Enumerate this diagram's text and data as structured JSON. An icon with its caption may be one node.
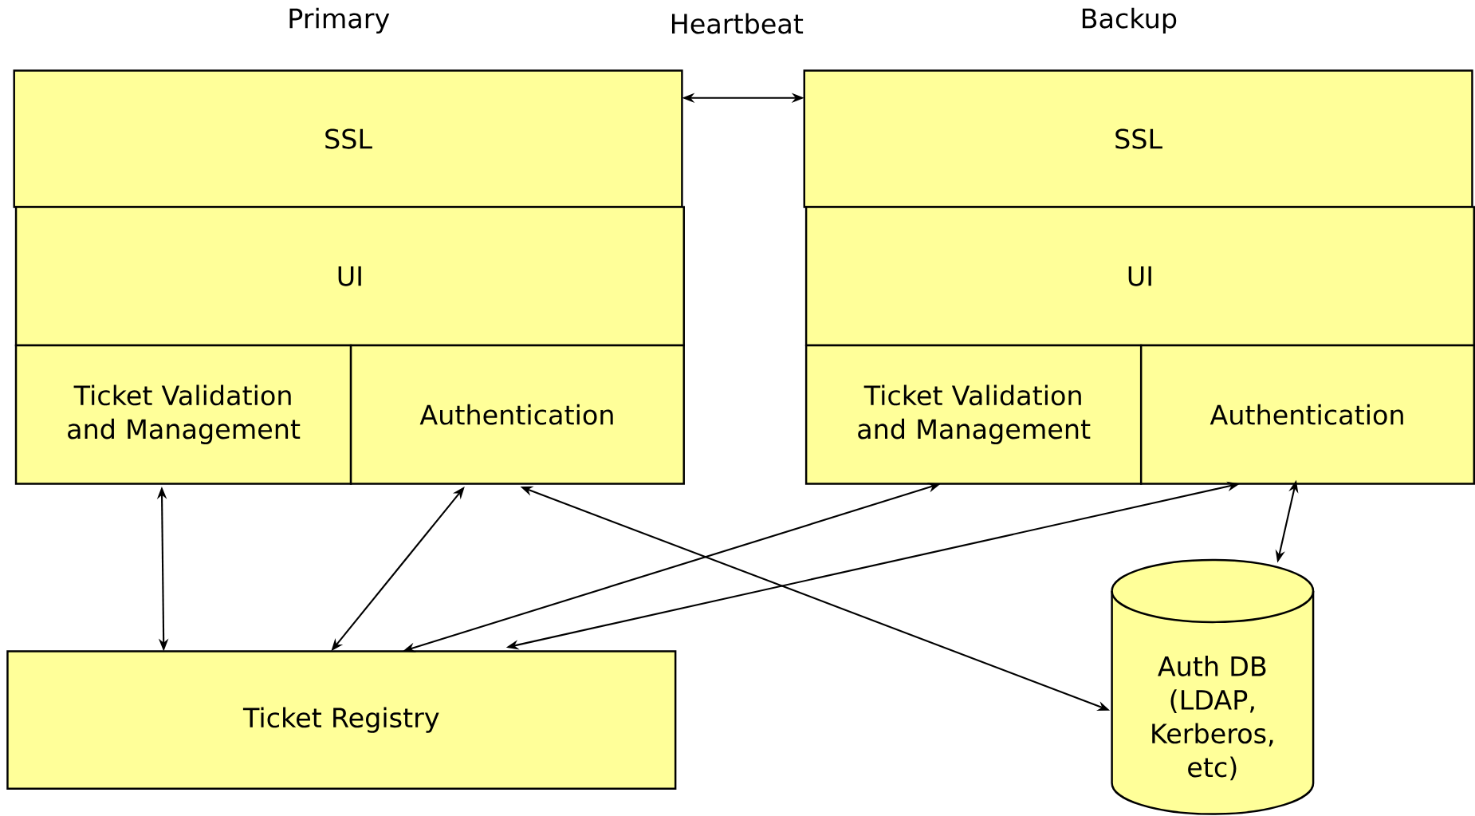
{
  "diagram": {
    "nodes": [
      {
        "text": [
          "SSL"
        ]
      },
      {
        "text": [
          "UI"
        ]
      },
      {
        "text": [
          "Ticket Validation and Management"
        ]
      },
      {
        "text": [
          "Authentication"
        ]
      },
      {
        "text": [
          "SSL"
        ]
      },
      {
        "text": [
          "UI"
        ]
      },
      {
        "text": [
          "Ticket Validation and Management"
        ]
      },
      {
        "text": [
          "Authentication"
        ]
      },
      {
        "text": [
          "Ticket Registry"
        ]
      },
      {
        "text": [
          "Auth DB (LDAP, Kerberos, etc)"
        ]
      }
    ],
    "edges": [
      {
        "from": 0,
        "to": 4,
        "arrow": "both",
        "label": "Heartbeat"
      },
      {
        "from": 2,
        "to": 8,
        "arrow": "both"
      },
      {
        "from": 3,
        "to": 8,
        "arrow": "both"
      },
      {
        "from": 3,
        "to": 9,
        "arrow": "both"
      },
      {
        "from": 6,
        "to": 8,
        "arrow": "both"
      },
      {
        "from": 7,
        "to": 8,
        "arrow": "both"
      },
      {
        "from": 7,
        "to": 9,
        "arrow": "both"
      }
    ],
    "labels": [
      "Primary",
      "Backup"
    ]
  }
}
